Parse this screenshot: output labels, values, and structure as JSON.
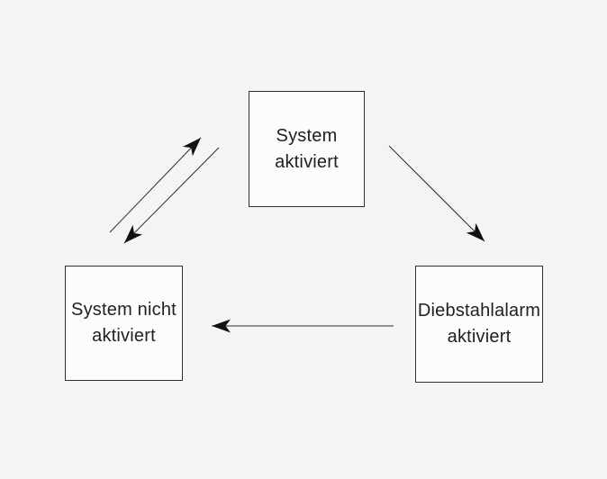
{
  "diagram": {
    "title": "",
    "nodes": [
      {
        "id": "system-aktiviert",
        "label": "System\naktiviert"
      },
      {
        "id": "system-nicht-aktiviert",
        "label": "System nicht\naktiviert"
      },
      {
        "id": "diebstahlalarm-aktiviert",
        "label": "Diebstahlalarm\naktiviert"
      }
    ],
    "edges": [
      {
        "from": "system-nicht-aktiviert",
        "to": "system-aktiviert",
        "style": "diagonal-up-arrow"
      },
      {
        "from": "system-aktiviert",
        "to": "system-nicht-aktiviert",
        "style": "diagonal-down-arrow"
      },
      {
        "from": "system-aktiviert",
        "to": "diebstahlalarm-aktiviert",
        "style": "diagonal-down-right-arrow"
      },
      {
        "from": "diebstahlalarm-aktiviert",
        "to": "system-nicht-aktiviert",
        "style": "horizontal-left-arrow"
      }
    ],
    "colors": {
      "background": "#f5f4f2",
      "node_fill": "#fcfcfb",
      "node_border": "#2f2f2f",
      "arrow": "#2d2d2d",
      "arrowhead_fill": "#111111",
      "text": "#1f1f1f"
    }
  }
}
